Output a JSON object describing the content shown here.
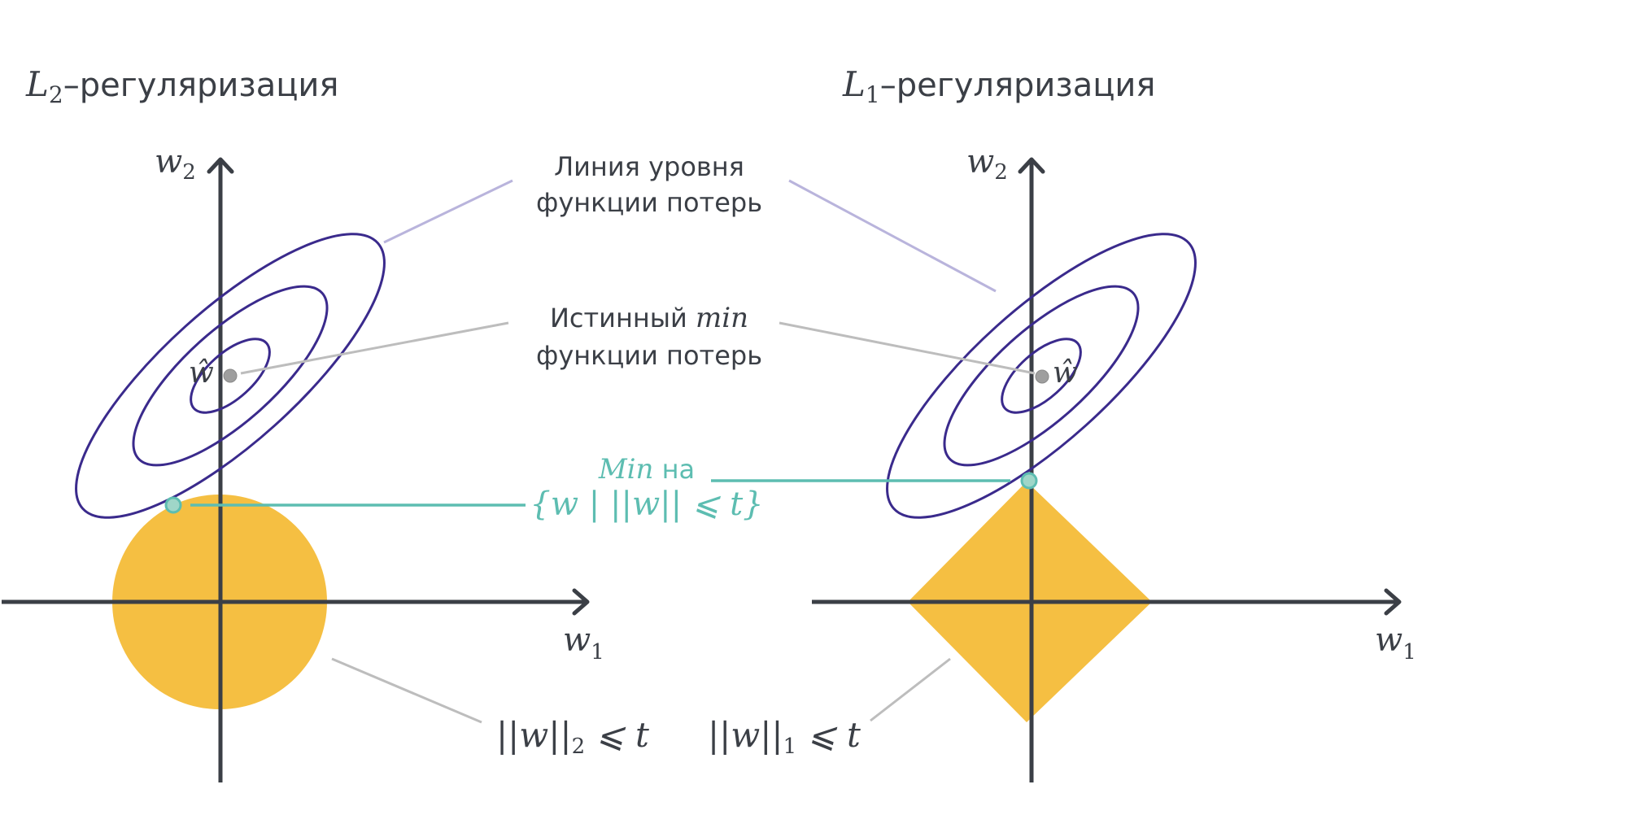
{
  "colors": {
    "axis": "#3b3f46",
    "contour": "#3a2a8c",
    "constraint_fill": "#f5bf42",
    "teal": "#5dbdb1",
    "leader_purple": "#b9b4dc",
    "leader_gray": "#bdbdbd",
    "min_point": "#9e9e9e"
  },
  "left_panel": {
    "title_symbol": "L",
    "title_sub": "2",
    "title_text": "–регуляризация",
    "axis_y_label": "w",
    "axis_y_sub": "2",
    "axis_x_label": "w",
    "axis_x_sub": "1",
    "min_label": "ŵ",
    "constraint_label_pre": "||w||",
    "constraint_label_sub": "2",
    "constraint_label_post": " ⩽ t",
    "constraint_shape": "circle"
  },
  "right_panel": {
    "title_symbol": "L",
    "title_sub": "1",
    "title_text": "–регуляризация",
    "axis_y_label": "w",
    "axis_y_sub": "2",
    "axis_x_label": "w",
    "axis_x_sub": "1",
    "min_label": "ŵ",
    "constraint_label_pre": "||w||",
    "constraint_label_sub": "1",
    "constraint_label_post": " ⩽ t",
    "constraint_shape": "diamond"
  },
  "annotations": {
    "level_line_1": "Линия уровня",
    "level_line_2": "функции потерь",
    "true_min_1_text": "Истинный ",
    "true_min_1_math": "min",
    "true_min_2": "функции потерь",
    "constrained_min_math": "Min",
    "constrained_min_text": " на",
    "constrained_set": "{w | ||w|| ⩽ t}"
  }
}
